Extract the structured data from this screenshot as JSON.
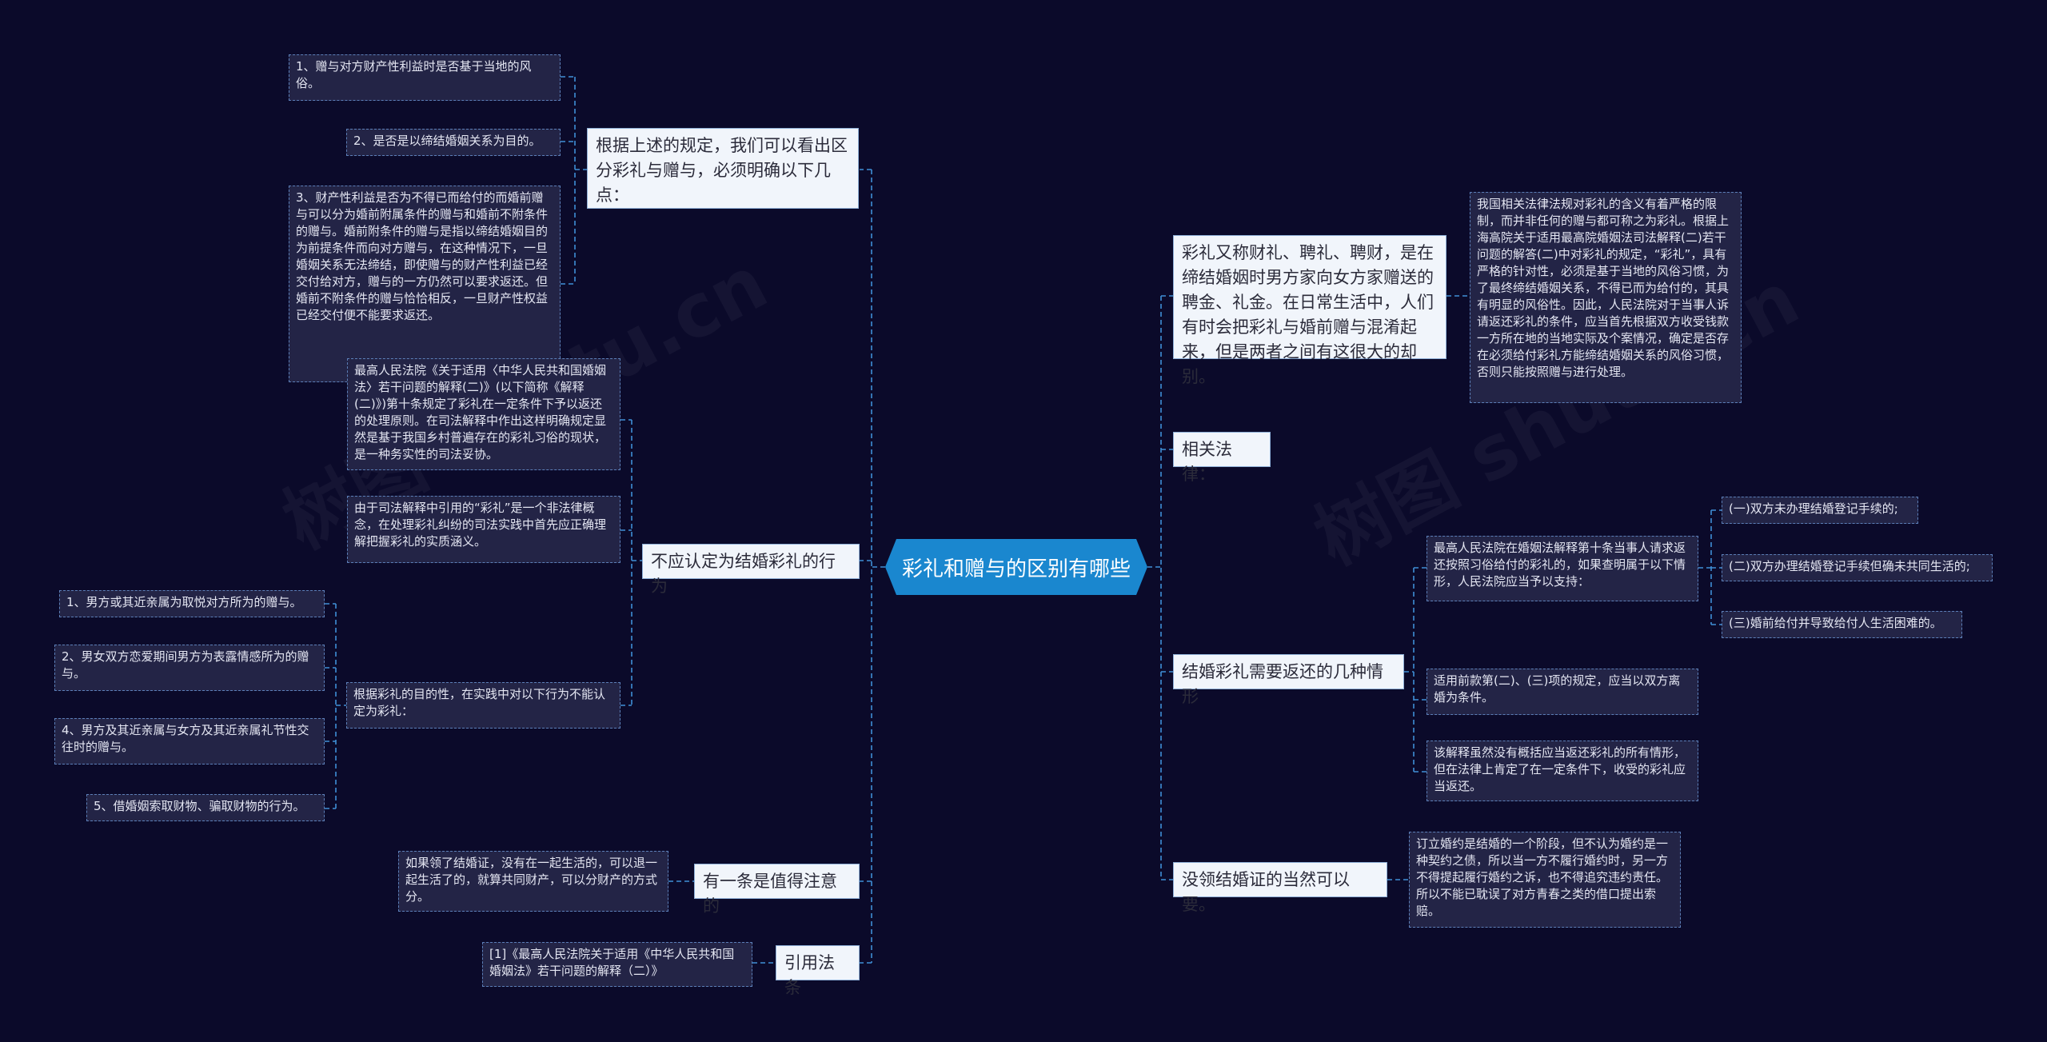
{
  "watermark": {
    "left": "树图 shutu.cn",
    "right": "树图 shutu.cn"
  },
  "root": {
    "title": "彩礼和赠与的区别有哪些"
  },
  "left": {
    "distinguish": {
      "label": "根据上述的规定，我们可以看出区分彩礼与赠与，必须明确以下几点：",
      "items": [
        "1、赠与对方财产性利益时是否基于当地的风俗。",
        "2、是否是以缔结婚姻关系为目的。",
        "3、财产性利益是否为不得已而给付的而婚前赠与可以分为婚前附属条件的赠与和婚前不附条件的赠与。婚前附条件的赠与是指以缔结婚姻目的为前提条件而向对方赠与，在这种情况下，一旦婚姻关系无法缔结，即使赠与的财产性利益已经交付给对方，赠与的一方仍然可以要求返还。但婚前不附条件的赠与恰恰相反，一旦财产性权益已经交付便不能要求返还。"
      ]
    },
    "not_bride_price": {
      "label": "不应认定为结婚彩礼的行为",
      "court": "最高人民法院《关于适用〈中华人民共和国婚姻法〉若干问题的解释(二)》(以下简称《解释(二)》)第十条规定了彩礼在一定条件下予以返还的处理原则。在司法解释中作出这样明确规定显然是基于我国乡村普遍存在的彩礼习俗的现状，是一种务实性的司法妥协。",
      "concept": "由于司法解释中引用的“彩礼”是一个非法律概念，在处理彩礼纠纷的司法实践中首先应正确理解把握彩礼的实质涵义。",
      "purpose": "根据彩礼的目的性，在实践中对以下行为不能认定为彩礼：",
      "acts": [
        "1、男方或其近亲属为取悦对方所为的赠与。",
        "2、男女双方恋爱期间男方为表露情感所为的赠与。",
        "4、男方及其近亲属与女方及其近亲属礼节性交往时的赠与。",
        "5、借婚姻索取财物、骗取财物的行为。"
      ]
    },
    "note": {
      "label": "有一条是值得注意的",
      "text": "如果领了结婚证，没有在一起生活的，可以退一起生活了的，就算共同财产，可以分财产的方式分。"
    },
    "cite": {
      "label": "引用法条",
      "text": "[1]《最高人民法院关于适用《中华人民共和国婚姻法》若干问题的解释（二）》"
    }
  },
  "right": {
    "definition": {
      "label": "彩礼又称财礼、聘礼、聘财，是在缔结婚姻时男方家向女方家赠送的聘金、礼金。在日常生活中，人们有时会把彩礼与婚前赠与混淆起来，但是两者之间有这很大的却别。",
      "detail": "我国相关法律法规对彩礼的含义有着严格的限制，而并非任何的赠与都可称之为彩礼。根据上海高院关于适用最高院婚姻法司法解释(二)若干问题的解答(二)中对彩礼的规定，“彩礼”，具有严格的针对性，必须是基于当地的风俗习惯，为了最终缔结婚姻关系，不得已而为给付的，其具有明显的风俗性。因此，人民法院对于当事人诉请返还彩礼的条件，应当首先根据双方收受钱款一方所在地的当地实际及个案情况，确定是否存在必须给付彩礼方能缔结婚姻关系的风俗习惯，否则只能按照赠与进行处理。"
    },
    "law": {
      "label": "相关法律："
    },
    "return": {
      "label": "结婚彩礼需要返还的几种情形",
      "court": "最高人民法院在婚姻法解释第十条当事人请求返还按照习俗给付的彩礼的，如果查明属于以下情形，人民法院应当予以支持：",
      "cases": [
        "(一)双方未办理结婚登记手续的;",
        "(二)双方办理结婚登记手续但确未共同生活的;",
        "(三)婚前给付并导致给付人生活困难的。"
      ],
      "condition": "适用前款第(二)、(三)项的规定，应当以双方离婚为条件。",
      "note": "该解释虽然没有概括应当返还彩礼的所有情形，但在法律上肯定了在一定条件下，收受的彩礼应当返还。"
    },
    "no_cert": {
      "label": "没领结婚证的当然可以要。",
      "text": "订立婚约是结婚的一个阶段，但不认为婚约是一种契约之债，所以当一方不履行婚约时，另一方不得提起履行婚约之诉，也不得追究违约责任。所以不能已耽误了对方青春之类的借口提出索赔。"
    }
  }
}
